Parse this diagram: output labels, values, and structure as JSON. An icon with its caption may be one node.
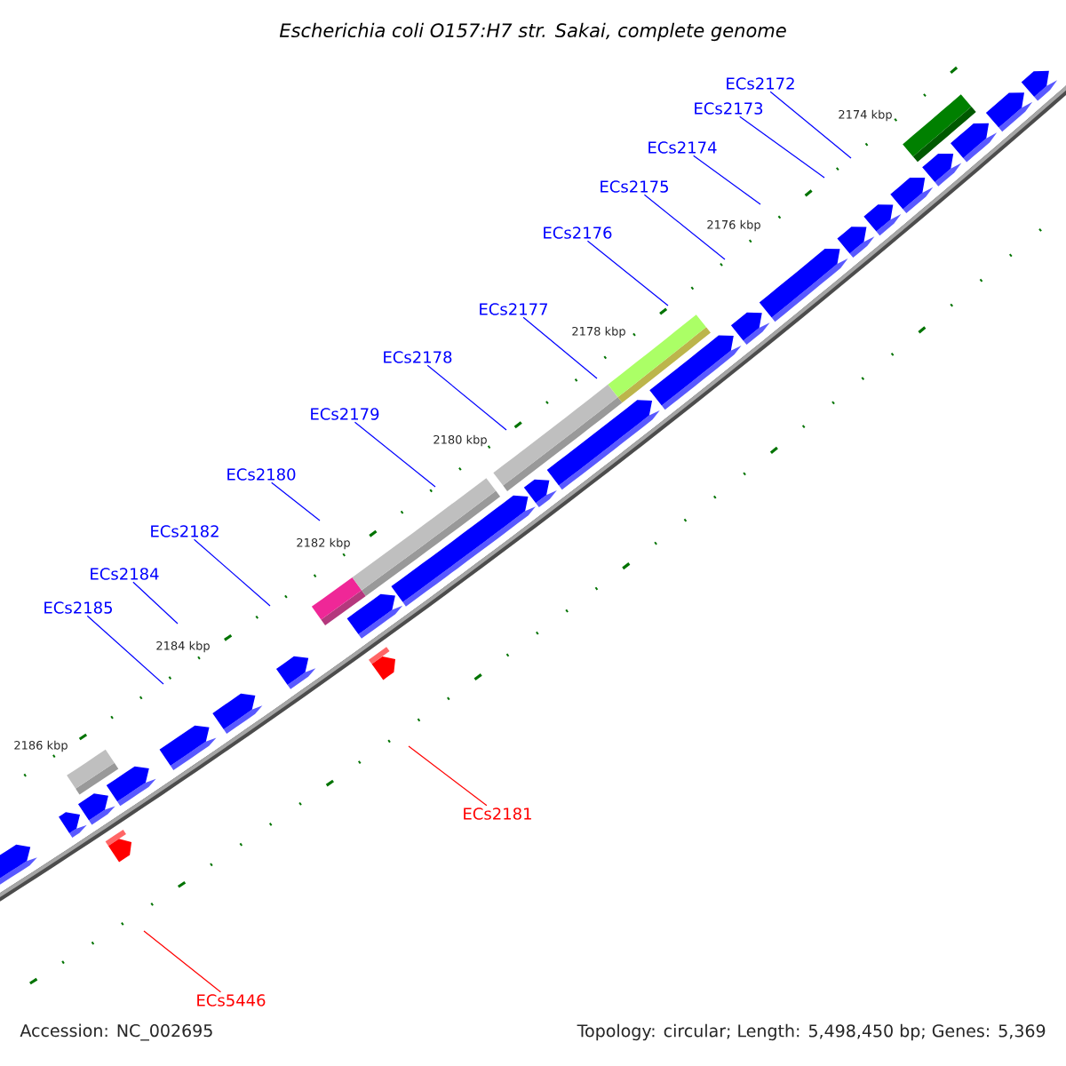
{
  "diagram": {
    "title": "Escherichia coli O157:H7 str. Sakai, complete genome",
    "nodes": [
      {
        "text": [
          "ECs2172"
        ]
      },
      {
        "text": [
          "ECs2173"
        ]
      },
      {
        "text": [
          "ECs2174"
        ]
      },
      {
        "text": [
          "ECs2175"
        ]
      },
      {
        "text": [
          "ECs2176"
        ]
      },
      {
        "text": [
          "ECs2177"
        ]
      },
      {
        "text": [
          "ECs2178"
        ]
      },
      {
        "text": [
          "ECs2179"
        ]
      },
      {
        "text": [
          "ECs2180"
        ]
      },
      {
        "text": [
          "ECs2182"
        ]
      },
      {
        "text": [
          "ECs2184"
        ]
      },
      {
        "text": [
          "ECs2185"
        ]
      },
      {
        "text": [
          "ECs2181"
        ]
      },
      {
        "text": [
          "ECs5446"
        ]
      }
    ],
    "edges": [
      {
        "from": 0,
        "to": null,
        "arrow": "none"
      },
      {
        "from": 1,
        "to": null,
        "arrow": "none"
      },
      {
        "from": 2,
        "to": null,
        "arrow": "none"
      },
      {
        "from": 3,
        "to": null,
        "arrow": "none"
      },
      {
        "from": 4,
        "to": null,
        "arrow": "none"
      },
      {
        "from": 5,
        "to": null,
        "arrow": "none"
      },
      {
        "from": 6,
        "to": null,
        "arrow": "none"
      },
      {
        "from": 7,
        "to": null,
        "arrow": "none"
      },
      {
        "from": 8,
        "to": null,
        "arrow": "none"
      },
      {
        "from": 9,
        "to": null,
        "arrow": "none"
      },
      {
        "from": 10,
        "to": null,
        "arrow": "none"
      },
      {
        "from": 11,
        "to": null,
        "arrow": "none"
      },
      {
        "from": 12,
        "to": null,
        "arrow": "none",
        "color": "#ff0000"
      },
      {
        "from": 13,
        "to": null,
        "arrow": "none",
        "color": "#ff0000"
      }
    ],
    "labels": [
      "2174 kbp",
      "2176 kbp",
      "2178 kbp",
      "2180 kbp",
      "2182 kbp",
      "2184 kbp",
      "2186 kbp",
      "Accession: NC_002695",
      "Topology: circular; Length: 5,498,450 bp; Genes: 5,369"
    ]
  }
}
